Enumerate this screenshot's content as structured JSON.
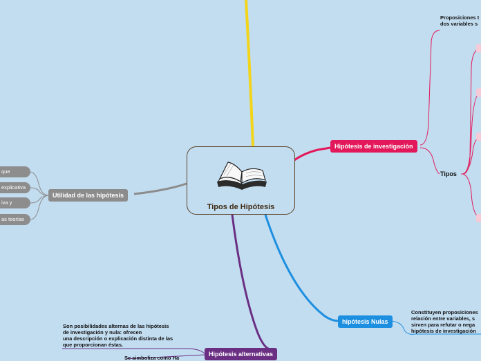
{
  "central": {
    "title": "Tipos de Hipótesis",
    "icon": "open-book-icon"
  },
  "branches": {
    "investigacion": {
      "label": "Hipótesis de investigación",
      "color": "#e2185a",
      "definition": "Proposiciones t\ndos variables s",
      "tipos_label": "Tipos"
    },
    "nulas": {
      "label": "hipótesis Nulas",
      "color": "#1d8fe0",
      "definition": "Constituyen proposiciones\nrelación entre variables, s\nsirven para refutar o nega\nhipótesis de investigación"
    },
    "alternativas": {
      "label": "Hipótesis alternativas",
      "color": "#6a2f83",
      "definition": "Son posibilidades alternas de las hipótesis\nde investigación y nula: ofrecen\nuna descripción o explicación distinta de las\nque proporcionan éstas.",
      "symbol_note": "Se simboliza como Ha"
    },
    "utilidad": {
      "label": "Utilidad de las hipótesis",
      "color": "#8c8c8c",
      "items": [
        "que",
        "explicativa",
        "iva y",
        "as teorías"
      ]
    },
    "top": {
      "color": "#f2d51a"
    }
  }
}
